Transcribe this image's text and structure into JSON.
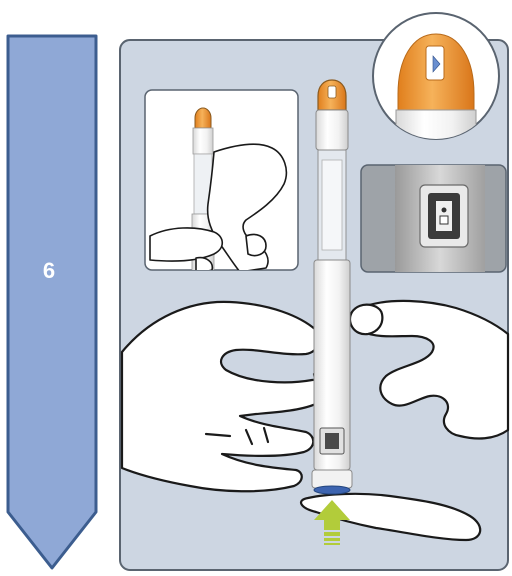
{
  "step": {
    "number": "6"
  },
  "colors": {
    "step_fill": "#8fa8d6",
    "step_stroke": "#3c5d8f",
    "panel_bg": "#cdd6e2",
    "panel_border": "#5a6470",
    "pen_cap": "#f29a2e",
    "pen_body": "#f4f4f4",
    "pen_outline": "#8a8a8a",
    "press_arrow": "#b2cc3a",
    "pen_ring": "#3d64b0"
  },
  "icons": {
    "step_marker": "chevron-down-banner",
    "press_indicator": "arrow-up-icon",
    "detail_view": "magnifier-circle"
  }
}
